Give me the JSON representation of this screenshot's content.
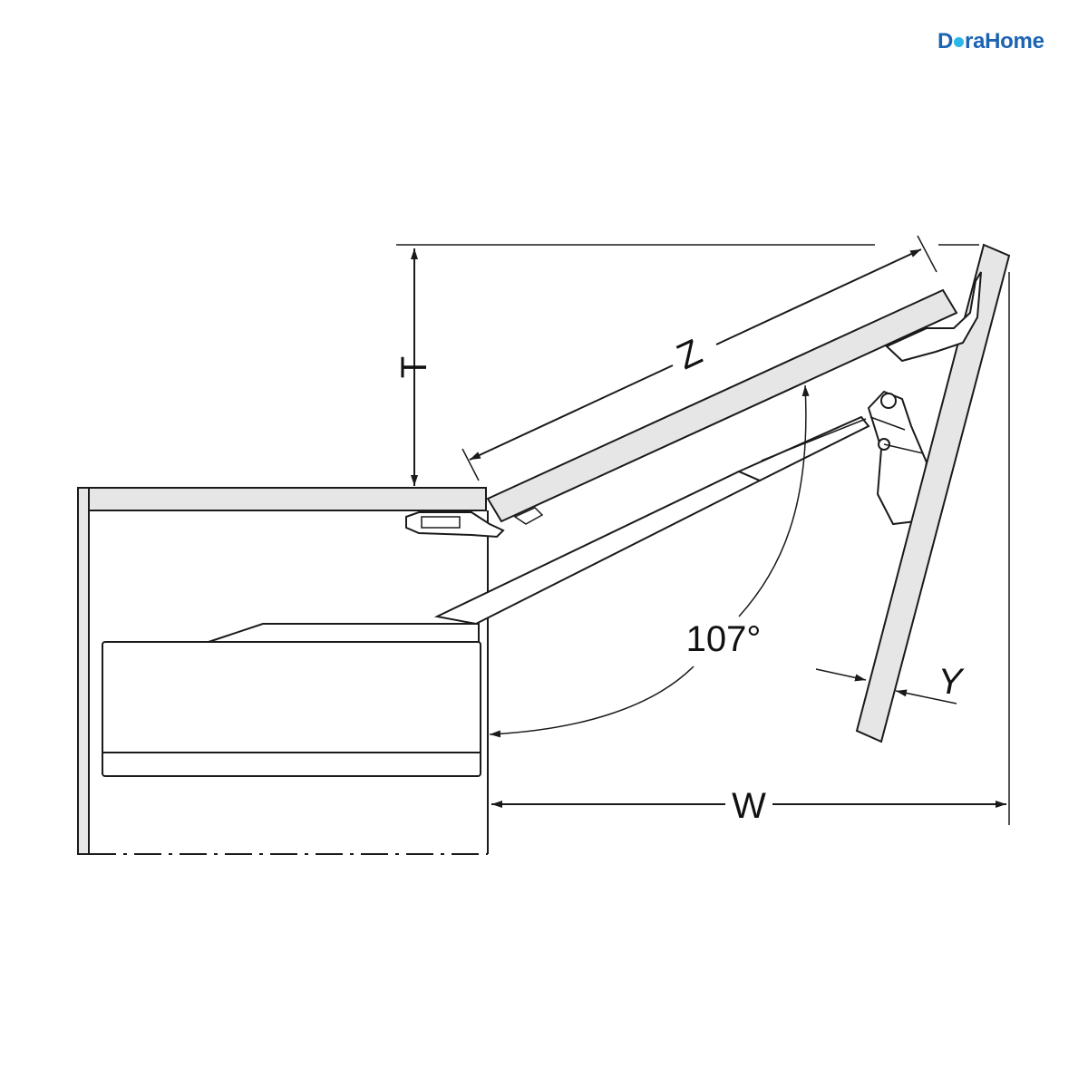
{
  "brand": {
    "name_part1": "D",
    "name_part2": "raHome"
  },
  "labels": {
    "T": "T",
    "Z": "Z",
    "angle": "107°",
    "Y": "Y",
    "W": "W"
  },
  "colors": {
    "panel_fill": "#e6e6e6",
    "line": "#1a1a1a",
    "brand": "#1b63b3",
    "brand_accent": "#2bb7e8"
  }
}
